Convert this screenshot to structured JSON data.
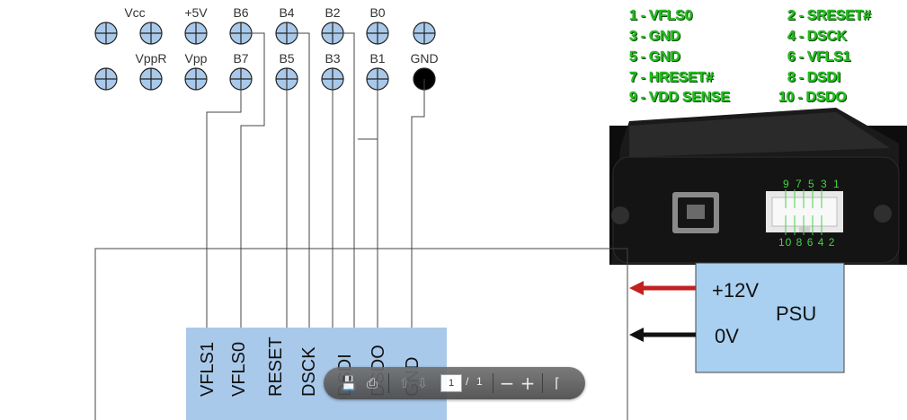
{
  "header_pins": {
    "top_row": [
      {
        "label": "Vcc"
      },
      {
        "label": "+5V"
      },
      {
        "label": "B6"
      },
      {
        "label": "B4"
      },
      {
        "label": "B2"
      },
      {
        "label": "B0"
      },
      {
        "label": ""
      }
    ],
    "bottom_row": [
      {
        "label": ""
      },
      {
        "label": "VppR"
      },
      {
        "label": "Vpp"
      },
      {
        "label": "B7"
      },
      {
        "label": "B5"
      },
      {
        "label": "B3"
      },
      {
        "label": "B1"
      },
      {
        "label": "GND"
      }
    ]
  },
  "connector_signals": [
    "VFLS1",
    "VFLS0",
    "RESET",
    "DSCK",
    "DSDI",
    "DSDO",
    "GND"
  ],
  "legend": [
    {
      "text": "1 - VFLS0"
    },
    {
      "text": "2 - SRESET#"
    },
    {
      "text": "3 - GND"
    },
    {
      "text": "4 - DSCK"
    },
    {
      "text": "5 - GND"
    },
    {
      "text": "6 - VFLS1"
    },
    {
      "text": "7 - HRESET#"
    },
    {
      "text": "8 - DSDI"
    },
    {
      "text": "9 - VDD SENSE"
    },
    {
      "text": "10 - DSDO"
    }
  ],
  "device_connector": {
    "top_numbers": "97531",
    "bottom_numbers": "108642"
  },
  "psu": {
    "label": "PSU",
    "plus12": "+12V",
    "zero": "0V"
  },
  "pdf_toolbar": {
    "current_page": "1",
    "separator": "/",
    "total_pages": "1"
  },
  "colors": {
    "pin_fill": "#a9c9ea",
    "psu_fill": "#a9d0f0",
    "legend_green": "#22c01c",
    "arrow_red": "#c42020"
  }
}
